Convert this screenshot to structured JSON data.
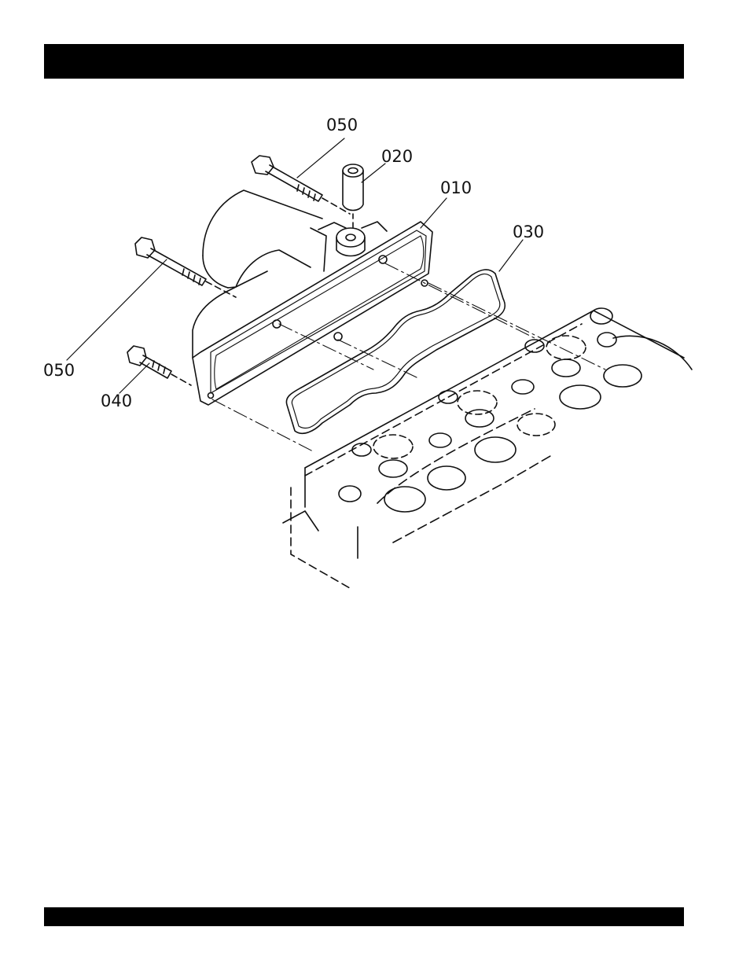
{
  "diagram": {
    "callouts": [
      {
        "id": "050a",
        "text": "050"
      },
      {
        "id": "020",
        "text": "020"
      },
      {
        "id": "010",
        "text": "010"
      },
      {
        "id": "030",
        "text": "030"
      },
      {
        "id": "050b",
        "text": "050"
      },
      {
        "id": "040",
        "text": "040"
      }
    ]
  },
  "colors": {
    "bar": "#000000",
    "ink": "#111111"
  }
}
